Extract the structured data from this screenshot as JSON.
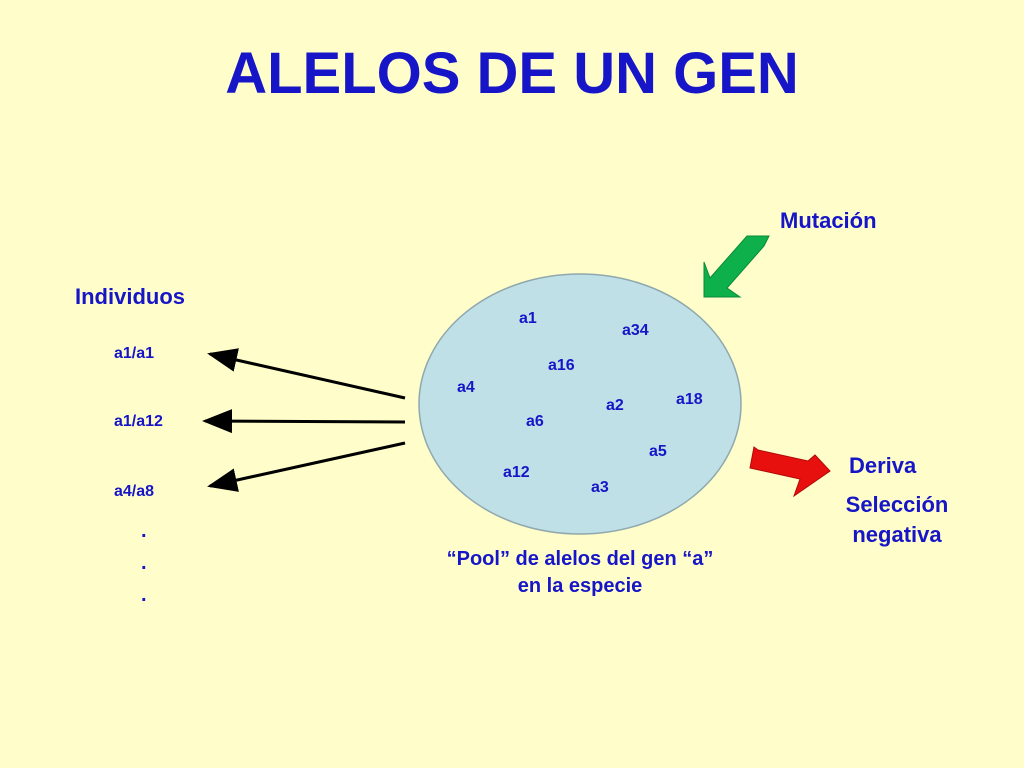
{
  "title": "ALELOS DE UN GEN",
  "labels": {
    "individuos": "Individuos",
    "mutacion": "Mutación",
    "deriva": "Deriva",
    "seleccion_line1": "Selección",
    "seleccion_line2": "negativa",
    "pool_line1": "“Pool” de alelos del gen “a”",
    "pool_line2": "en la especie"
  },
  "genotypes": [
    "a1/a1",
    "a1/a12",
    "a4/a8"
  ],
  "ellipsis": [
    ".",
    ".",
    "."
  ],
  "alleles": [
    "a1",
    "a34",
    "a16",
    "a4",
    "a2",
    "a18",
    "a6",
    "a5",
    "a12",
    "a3"
  ],
  "colors": {
    "title": "#1616C8",
    "background": "#FFFDC9",
    "pool_fill": "#BFE0E6",
    "mutation_arrow": "#0DB04B",
    "drift_arrow": "#E8100E"
  }
}
